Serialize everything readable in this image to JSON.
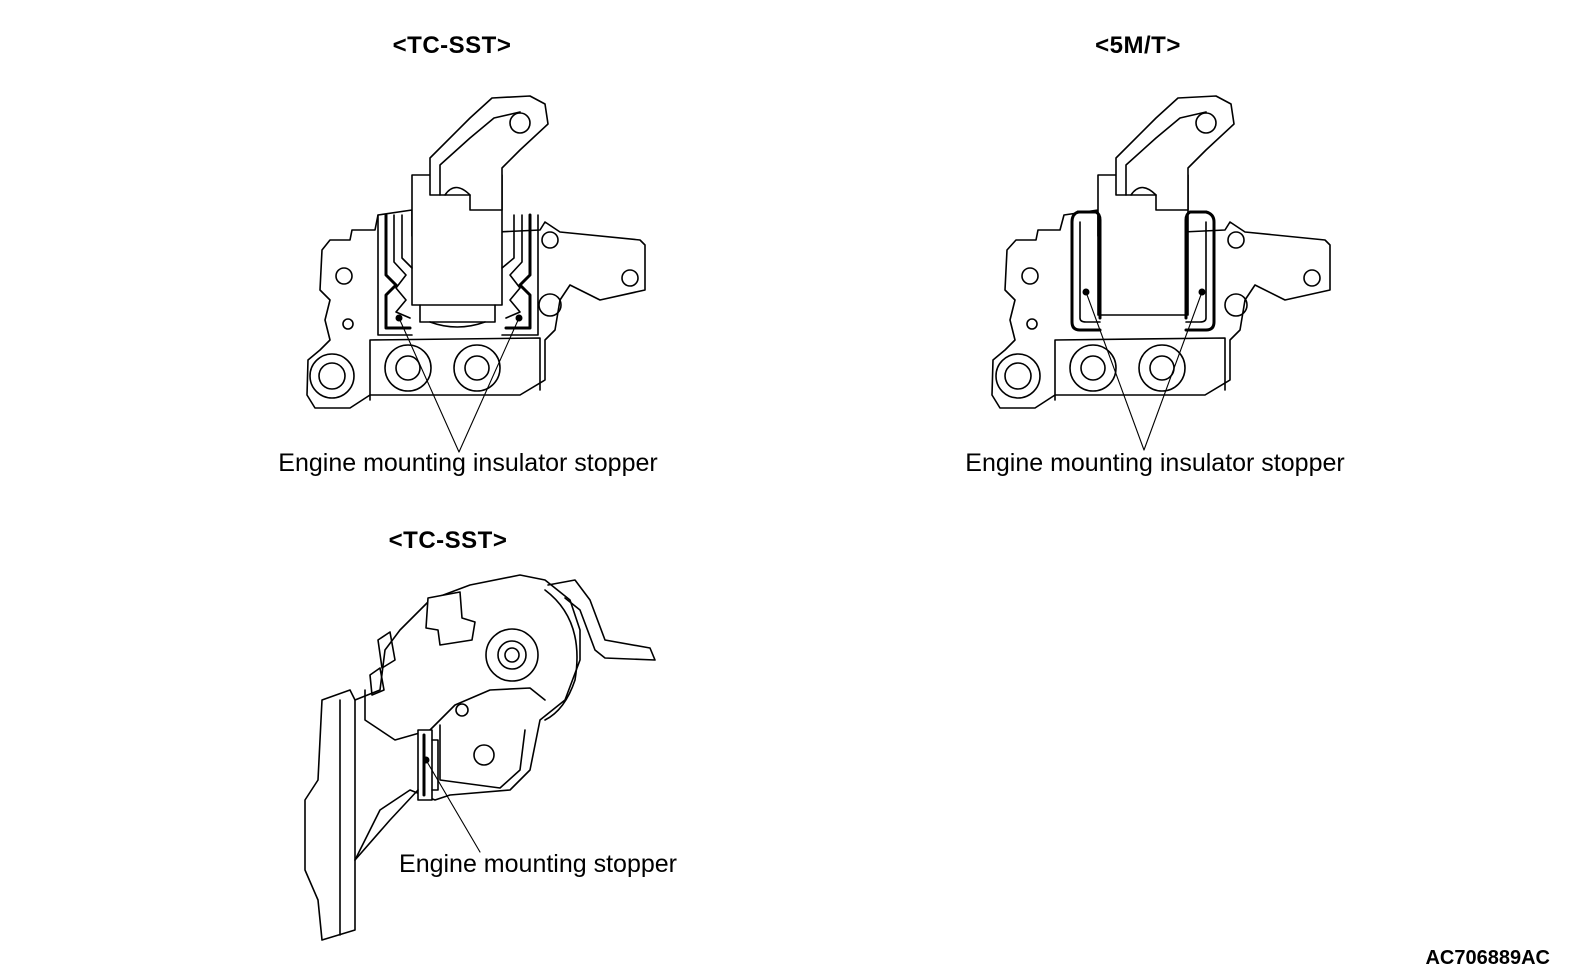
{
  "figure_1": {
    "heading": "<TC-SST>",
    "callout": "Engine mounting insulator stopper",
    "drawing_icon": "engine-mount-front-view"
  },
  "figure_2": {
    "heading": "<5M/T>",
    "callout": "Engine mounting insulator stopper",
    "drawing_icon": "engine-mount-front-view"
  },
  "figure_3": {
    "heading": "<TC-SST>",
    "callout": "Engine mounting stopper",
    "drawing_icon": "engine-mount-side-view"
  },
  "figure_code": "AC706889AC"
}
